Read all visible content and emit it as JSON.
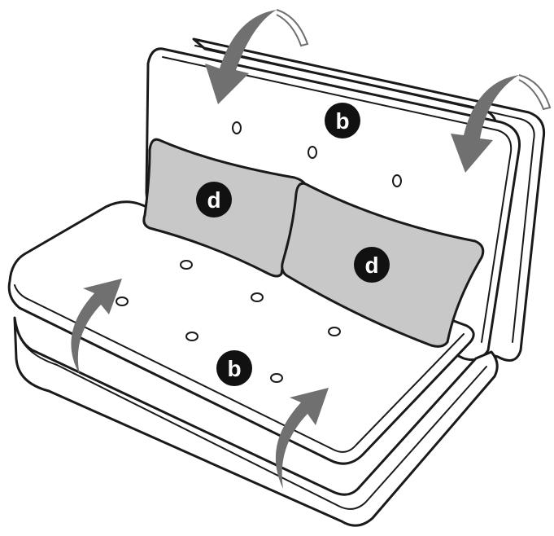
{
  "labels": {
    "backrest_cushion": "b",
    "seat_cushion": "b",
    "left_pillow": "d",
    "right_pillow": "d"
  },
  "colors": {
    "ink": "#1a1a1a",
    "pillow_fill": "#c8c8c8",
    "arrow": "#707070",
    "badge": "#111111"
  },
  "icons": [
    "flip-arrow-icon"
  ]
}
